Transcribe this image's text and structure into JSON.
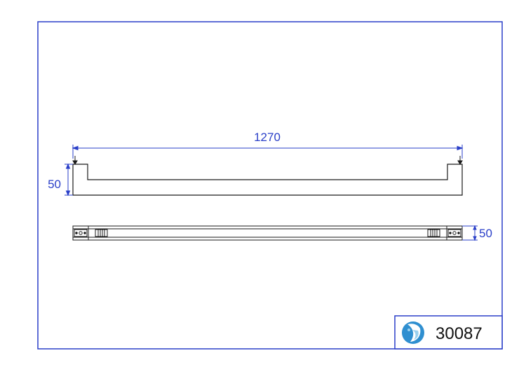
{
  "drawing": {
    "dimensions": {
      "overall_length": "1270",
      "side_height": "50",
      "bar_height": "50"
    },
    "title_block": {
      "product_code": "30087",
      "logo_icon": "brand-logo-icon"
    },
    "colors": {
      "frame": "#2a3fc8",
      "dimension": "#2a3fc8",
      "outline": "#1a1a1a",
      "logo_primary": "#2f8fd0",
      "logo_secondary": "#9ad0ee"
    }
  }
}
